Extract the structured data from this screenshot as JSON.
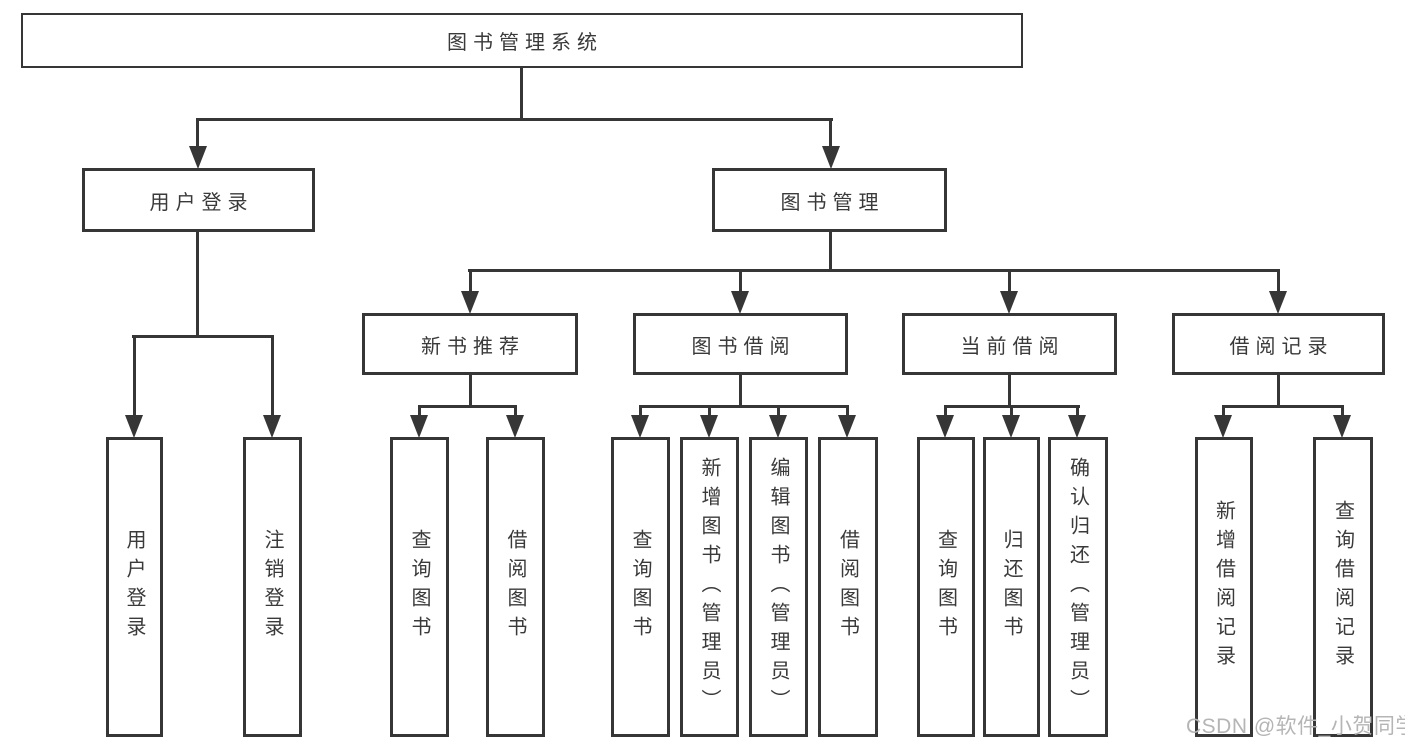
{
  "diagram": {
    "root": {
      "label": "图书管理系统"
    },
    "level2": [
      {
        "label": "用户登录",
        "children": [
          {
            "label": "用户登录"
          },
          {
            "label": "注销登录"
          }
        ]
      },
      {
        "label": "图书管理",
        "children": [
          {
            "label": "新书推荐",
            "children": [
              {
                "label": "查询图书"
              },
              {
                "label": "借阅图书"
              }
            ]
          },
          {
            "label": "图书借阅",
            "children": [
              {
                "label": "查询图书"
              },
              {
                "label": "新增图书（管理员）"
              },
              {
                "label": "编辑图书（管理员）"
              },
              {
                "label": "借阅图书"
              }
            ]
          },
          {
            "label": "当前借阅",
            "children": [
              {
                "label": "查询图书"
              },
              {
                "label": "归还图书"
              },
              {
                "label": "确认归还（管理员）"
              }
            ]
          },
          {
            "label": "借阅记录",
            "children": [
              {
                "label": "新增借阅记录"
              },
              {
                "label": "查询借阅记录"
              }
            ]
          }
        ]
      }
    ]
  },
  "watermark": {
    "text": "CSDN @软件_小贺同学"
  },
  "colors": {
    "line": "#363636",
    "text": "#3a3a3a",
    "watermark": "#b5b5b5",
    "background": "#ffffff"
  }
}
